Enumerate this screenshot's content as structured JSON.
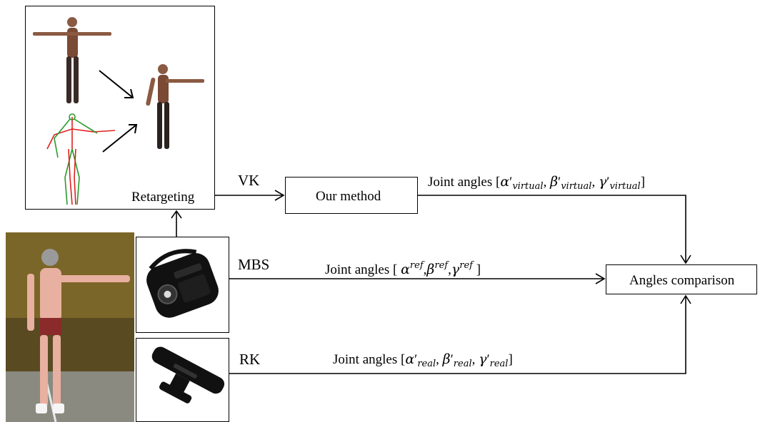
{
  "retarget_box": {
    "label": "Retargeting"
  },
  "method_box": {
    "label": "Our method"
  },
  "compare_box": {
    "label": "Angles comparison"
  },
  "edges": {
    "vk": "VK",
    "mbs": "MBS",
    "rk": "RK"
  },
  "joint_angles": {
    "prefix": "Joint angles",
    "virtual": {
      "sub": "virtual",
      "prime": "′",
      "symbols": [
        "α",
        "β",
        "γ"
      ]
    },
    "ref": {
      "sup": "ref",
      "symbols": [
        "α",
        "β",
        "γ"
      ]
    },
    "real": {
      "sub": "real",
      "prime": "′",
      "symbols": [
        "α",
        "β",
        "γ"
      ]
    }
  },
  "colors": {
    "skeleton_red": "#e02020",
    "skeleton_green": "#2a9a2a",
    "skin": "#a86a4a",
    "dark_body": "#2a2220"
  }
}
